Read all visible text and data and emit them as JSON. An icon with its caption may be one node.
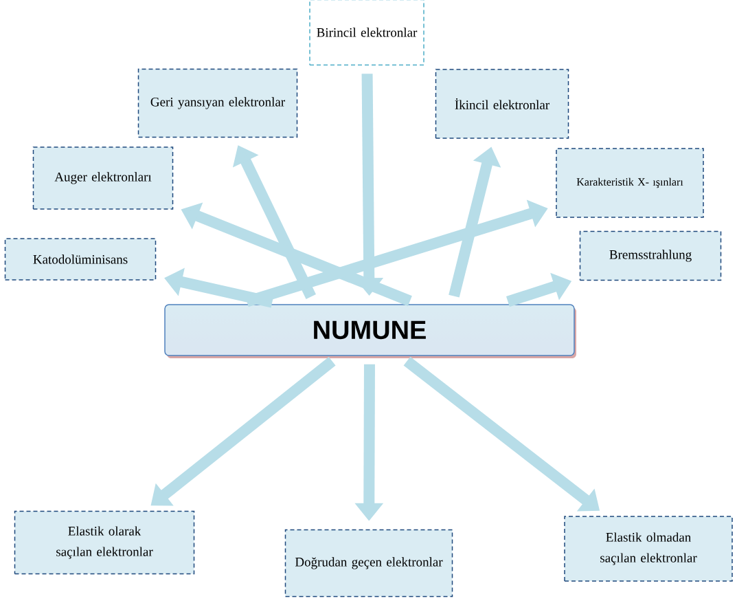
{
  "diagram": {
    "nodes": [
      {
        "text": [
          "Birincil elektronlar"
        ]
      },
      {
        "text": [
          "Geri yansıyan elektronlar"
        ]
      },
      {
        "text": [
          "İkincil elektronlar"
        ]
      },
      {
        "text": [
          "Auger elektronları"
        ]
      },
      {
        "text": [
          "Karakteristik X- ışınları"
        ]
      },
      {
        "text": [
          "Katodolüminisans"
        ]
      },
      {
        "text": [
          "Bremsstrahlung"
        ]
      },
      {
        "text": [
          "NUMUNE"
        ]
      },
      {
        "text": [
          "Elastik olarak saçılan elektronlar"
        ]
      },
      {
        "text": [
          "Doğrudan geçen elektronlar"
        ]
      },
      {
        "text": [
          "Elastik olmadan saçılan elektronlar"
        ]
      }
    ],
    "edges": [
      {
        "from": 0,
        "to": 7,
        "arrow": "to"
      },
      {
        "from": 7,
        "to": 1,
        "arrow": "to"
      },
      {
        "from": 7,
        "to": 3,
        "arrow": "to"
      },
      {
        "from": 7,
        "to": 5,
        "arrow": "to"
      },
      {
        "from": 7,
        "to": 2,
        "arrow": "to"
      },
      {
        "from": 7,
        "to": 4,
        "arrow": "to"
      },
      {
        "from": 7,
        "to": 6,
        "arrow": "to"
      },
      {
        "from": 7,
        "to": 8,
        "arrow": "to"
      },
      {
        "from": 7,
        "to": 9,
        "arrow": "to"
      },
      {
        "from": 7,
        "to": 10,
        "arrow": "to"
      }
    ]
  }
}
